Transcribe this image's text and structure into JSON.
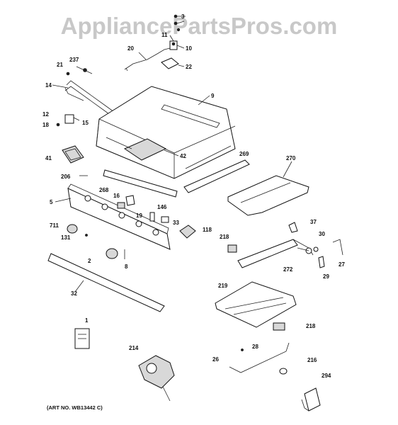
{
  "watermark": "AppliancePartsPros.com",
  "art_number": "(ART NO. WB13442 C)",
  "callouts": {
    "p3": "3",
    "p11": "11",
    "p10": "10",
    "p20": "20",
    "p22": "22",
    "p237": "237",
    "p21": "21",
    "p14": "14",
    "p9": "9",
    "p12": "12",
    "p15": "15",
    "p18": "18",
    "p41": "41",
    "p42": "42",
    "p269": "269",
    "p270": "270",
    "p206": "206",
    "p268": "268",
    "p5": "5",
    "p16": "16",
    "p19": "19",
    "p146": "146",
    "p33": "33",
    "p118": "118",
    "p711": "711",
    "p131": "131",
    "p37": "37",
    "p218a": "218",
    "p30": "30",
    "p272": "272",
    "p27": "27",
    "p29": "29",
    "p2": "2",
    "p8": "8",
    "p32": "32",
    "p219": "219",
    "p218b": "218",
    "p1": "1",
    "p214": "214",
    "p28": "28",
    "p26": "26",
    "p216": "216",
    "p294": "294"
  }
}
